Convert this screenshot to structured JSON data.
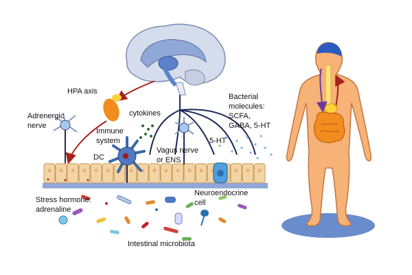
{
  "labels": {
    "hpa_axis": "HPA axis",
    "adrenergic_1": "Adrenergic",
    "adrenergic_2": "nerve",
    "cytokines": "cytokines",
    "immune_1": "Immune",
    "immune_2": "system",
    "dc": "DC",
    "vagus_1": "Vagus nerve",
    "vagus_2": "or ENS",
    "ht5": "5-HT",
    "bact_1": "Bacterial",
    "bact_2": "molecules:",
    "bact_3": "SCFA,",
    "bact_4": "GABA, 5-HT",
    "stress_1": "Stress hormone:",
    "stress_2": "adrenaline",
    "neuro_1": "Neuroendocrine",
    "neuro_2": "cell",
    "microbiota": "Intestinal microbiota"
  },
  "colors": {
    "brain_outer": "#d5dcec",
    "brain_inner": "#8fa8d8",
    "nerve": "#1e2a5a",
    "gland": "#f28c1e",
    "gland_top": "#ffd23a",
    "arrow_red": "#a5221b",
    "cell_fill": "#f3d4a4",
    "cell_stroke": "#c99a5a",
    "body_fill": "#f6b277",
    "body_stroke": "#c07640",
    "shadow": "#4f79c3",
    "neuron": "#a9c8ef",
    "neuroendo": "#4fa0dc"
  }
}
